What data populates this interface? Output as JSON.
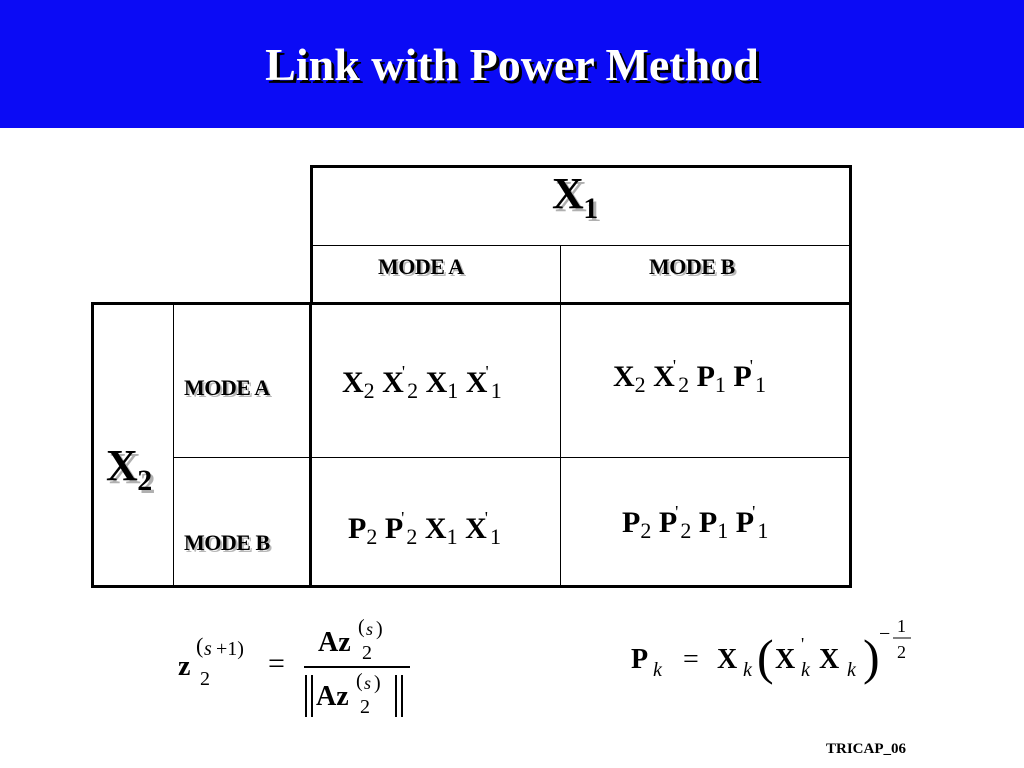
{
  "title": "Link with Power Method",
  "table": {
    "col_group_label": "X",
    "col_group_sub": "1",
    "row_group_label": "X",
    "row_group_sub": "2",
    "col_headers": [
      "MODE A",
      "MODE B"
    ],
    "row_headers": [
      "MODE A",
      "MODE B"
    ]
  },
  "formulas": {
    "left_lhs": "z",
    "right_lhs": "P"
  },
  "footer": "TRICAP_06",
  "colors": {
    "title_bar": "#0b0bf5",
    "title_text": "#ffffff"
  }
}
